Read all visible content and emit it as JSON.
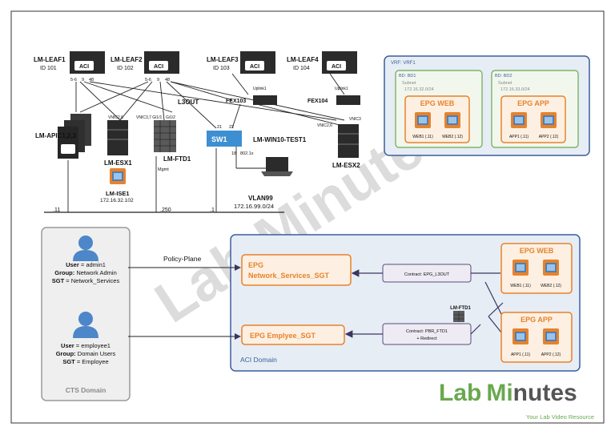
{
  "leafs": [
    {
      "name": "LM-LEAF1",
      "id": "ID 101"
    },
    {
      "name": "LM-LEAF2",
      "id": "ID 102"
    },
    {
      "name": "LM-LEAF3",
      "id": "ID 103"
    },
    {
      "name": "LM-LEAF4",
      "id": "ID 104"
    }
  ],
  "leaf_badge": "ACI",
  "leaf_ports": {
    "l1a": "5-6",
    "l1b": "9",
    "l1c": "48",
    "l2a": "5-6",
    "l2b": "9",
    "l2c": "48"
  },
  "fex": {
    "fex103": "FEX103",
    "fex104": "FEX104",
    "uplink": "Uplink1"
  },
  "l3out": "L3OUT",
  "apic": "LM-APIC1,2,3",
  "esx1": {
    "name": "LM-ESX1",
    "vnic": "VNIC2,6"
  },
  "ise": {
    "name": "LM-ISE1",
    "ip": "172.16.32.102"
  },
  "ftd": {
    "name": "LM-FTD1",
    "mgmt": "Mgmt",
    "port_a": "VNIC3,7 Gi1/1",
    "port_b": "Gi1/2"
  },
  "sw1": {
    "name": "SW1",
    "p21": "21",
    "p22": "22",
    "p18": "18",
    "dot1x": "802.1x"
  },
  "win10": "LM-WIN10-TEST1",
  "esx2": {
    "name": "LM-ESX2",
    "vnic_a": "VNIC2,6",
    "vnic_b": "VNIC3"
  },
  "vlan": {
    "name": "VLAN99",
    "subnet": "172.16.99.0/24",
    "h11": ".11",
    "h250": ".250",
    "h1": ".1"
  },
  "vrf": {
    "title": "VRF: VRF1",
    "bd1": {
      "title": "BD: BD1",
      "subnet_label": "Subnet",
      "subnet": "172.16.32.0/24",
      "epg": "EPG WEB",
      "ep1": "WEB1 (.11)",
      "ep2": "WEB2 (.12)"
    },
    "bd2": {
      "title": "BD: BD2",
      "subnet_label": "Subnet",
      "subnet": "172.16.33.0/24",
      "epg": "EPG APP",
      "ep1": "APP1 (.11)",
      "ep2": "APP2 (.12)"
    }
  },
  "cts": {
    "title": "CTS Domain",
    "user1": {
      "k1": "User",
      "v1": " = admin1",
      "k2": "Group:",
      "v2": " Network Admin",
      "k3": "SGT",
      "v3": " = Network_Services"
    },
    "user2": {
      "k1": "User",
      "v1": " = employee1",
      "k2": "Group:",
      "v2": " Domain Users",
      "k3": "SGT",
      "v3": " = Employee"
    }
  },
  "policy_plane": "Policy-Plane",
  "aci": {
    "title": "ACI Domain",
    "epg_ns_l1": "EPG",
    "epg_ns_l2": "Network_Services_SGT",
    "epg_emp": "EPG Emplyee_SGT",
    "contract1": "Contract: EPG_L3OUT",
    "contract2": "Contract: PBR_FTD1",
    "redirect": "+ Redirect",
    "ftd": "LM-FTD1",
    "web": {
      "title": "EPG WEB",
      "ep1": "WEB1 (.11)",
      "ep2": "WEB2 (.12)"
    },
    "app": {
      "title": "EPG APP",
      "ep1": "APP1 (.11)",
      "ep2": "APP2 (.12)"
    }
  },
  "watermark": "Lab Minutes",
  "logo": {
    "lab": "Lab",
    "mi": "Mi",
    "nutes": "nutes",
    "tag": "Your Lab Video Resource"
  },
  "colors": {
    "orange": "#e8822a",
    "lightorange": "#fdf0e2",
    "blue": "#3a5f9b",
    "lightblue": "#e6edf5",
    "green": "#6aa84f",
    "purple": "#5a4a7a",
    "gray": "#9a9a9a"
  }
}
